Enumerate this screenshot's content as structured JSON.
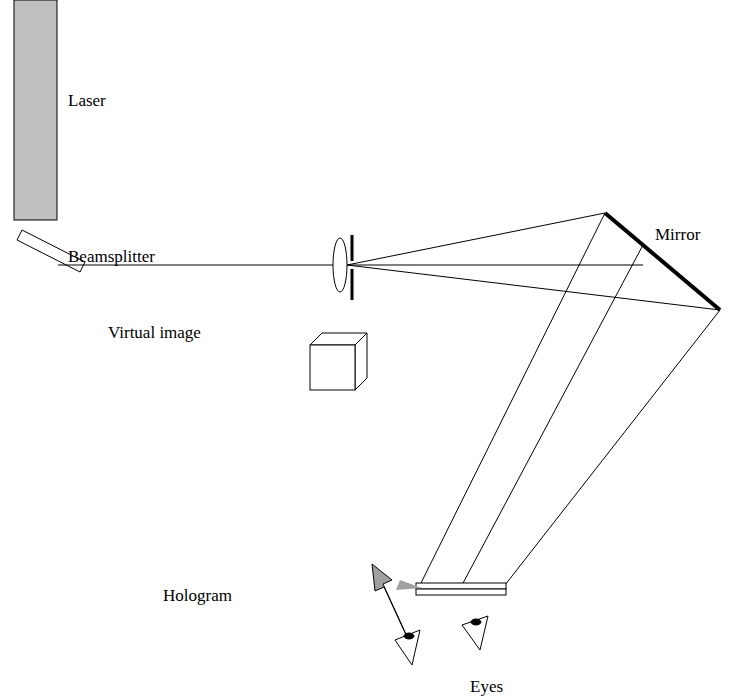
{
  "diagram": {
    "labels": [
      "Laser",
      "Beamsplitter",
      "Mirror",
      "Virtual image",
      "Hologram",
      "Eyes"
    ]
  }
}
